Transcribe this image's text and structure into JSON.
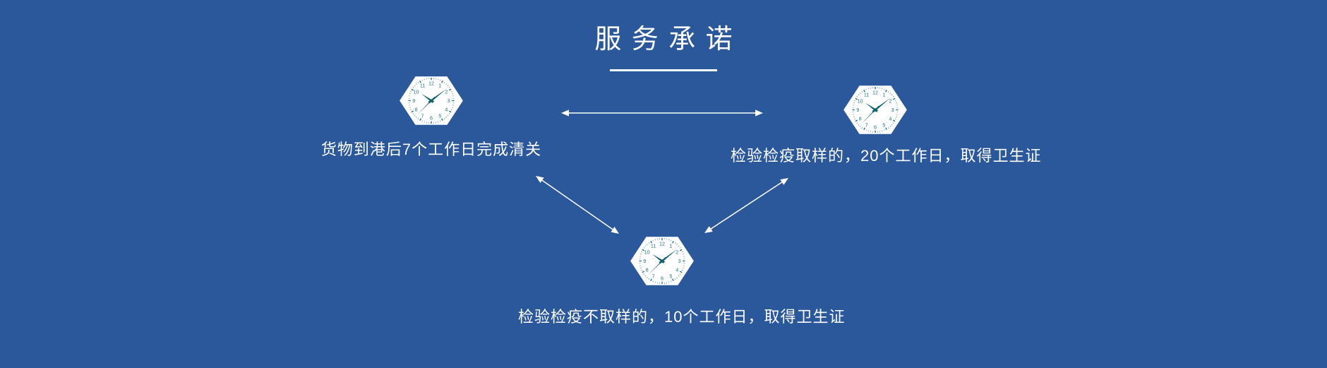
{
  "title": {
    "text": "服务承诺"
  },
  "diagram": {
    "left": {
      "caption": "货物到港后7个工作日完成清关"
    },
    "right": {
      "caption": "检验检疫取样的，20个工作日，取得卫生证"
    },
    "bottom": {
      "caption": "检验检疫不取样的，10个工作日，取得卫生证"
    }
  },
  "clock": {
    "numerals": [
      "1",
      "2",
      "3",
      "4",
      "5",
      "6",
      "7",
      "8",
      "9",
      "10",
      "11",
      "12"
    ],
    "time_shown": "10:09",
    "hands": [
      {
        "name": "hour",
        "angle": 305,
        "len": 19,
        "hw": 2.0,
        "tail": 4
      },
      {
        "name": "minute",
        "angle": 52,
        "len": 30,
        "hw": 1.7,
        "tail": 5
      },
      {
        "name": "second",
        "angle": 225,
        "len": 32,
        "hw": 0.8,
        "tail": 8
      }
    ]
  },
  "colors": {
    "background": "#2b579b",
    "text": "#ffffff",
    "arrow": "#ffffff",
    "clock_body": "#ffffff",
    "clock_face": "#1f7078",
    "clock_hands": "#0d5f68"
  }
}
